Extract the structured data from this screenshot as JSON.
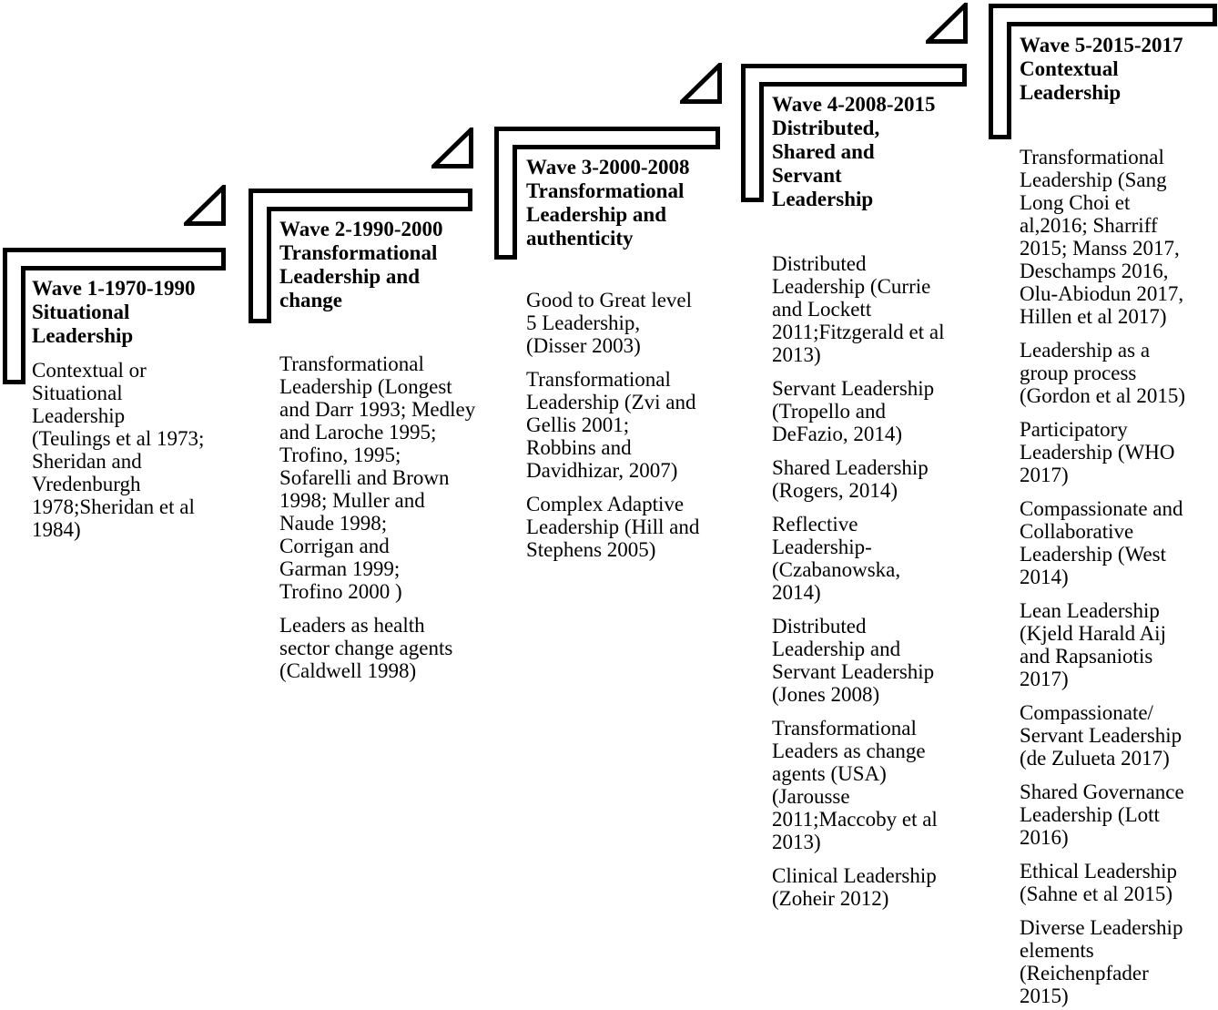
{
  "figure": {
    "name": "Waves of leadership literature 1970-2017",
    "background_color": "#ffffff",
    "line_color": "#000000",
    "text_color": "#000000"
  },
  "waves": [
    {
      "title": "Wave 1-1970-1990\nSituational\nLeadership",
      "paragraphs": [
        "Contextual or\nSituational\nLeadership\n(Teulings et al 1973;\nSheridan and\nVredenburgh\n1978;Sheridan et al\n1984)"
      ]
    },
    {
      "title": "Wave 2-1990-2000\nTransformational\nLeadership and\nchange",
      "paragraphs": [
        "Transformational\nLeadership (Longest\nand Darr 1993; Medley\nand Laroche 1995;\nTrofino, 1995;\nSofarelli and Brown\n1998; Muller and\nNaude 1998;\nCorrigan and\nGarman 1999;\nTrofino 2000 )",
        "Leaders as health\nsector change agents\n(Caldwell 1998)"
      ]
    },
    {
      "title": "Wave 3-2000-2008\nTransformational\nLeadership and\nauthenticity",
      "paragraphs": [
        "Good to Great level\n5 Leadership,\n(Disser 2003)",
        "Transformational\nLeadership (Zvi and\nGellis 2001;\nRobbins and\nDavidhizar, 2007)",
        "Complex Adaptive\nLeadership (Hill and\nStephens 2005)"
      ]
    },
    {
      "title": "Wave 4-2008-2015\nDistributed,\nShared and\nServant\nLeadership",
      "paragraphs": [
        "Distributed\nLeadership (Currie\nand Lockett\n2011;Fitzgerald et al\n2013)",
        "Servant Leadership\n(Tropello and\nDeFazio, 2014)",
        "Shared Leadership\n(Rogers, 2014)",
        "Reflective\nLeadership-\n(Czabanowska,\n2014)",
        "Distributed\nLeadership and\nServant Leadership\n(Jones 2008)",
        "Transformational\nLeaders as change\nagents (USA)\n(Jarousse\n2011;Maccoby et al\n2013)",
        "Clinical Leadership\n(Zoheir 2012)"
      ]
    },
    {
      "title": "Wave 5-2015-2017\nContextual\nLeadership",
      "paragraphs": [
        "Transformational\nLeadership (Sang\nLong Choi et\nal,2016; Sharriff\n2015; Manss 2017,\nDeschamps 2016,\nOlu-Abiodun 2017,\nHillen et al 2017)",
        "Leadership as a\ngroup process\n(Gordon et al 2015)",
        "Participatory\nLeadership (WHO\n2017)",
        "Compassionate and\nCollaborative\nLeadership (West\n2014)",
        "Lean Leadership\n(Kjeld Harald Aij\nand Rapsaniotis\n2017)",
        "Compassionate/\nServant Leadership\n(de Zulueta 2017)",
        "Shared Governance\nLeadership (Lott\n2016)",
        "Ethical Leadership\n(Sahne et al 2015)",
        "Diverse Leadership\nelements\n(Reichenpfader\n2015)"
      ]
    }
  ]
}
